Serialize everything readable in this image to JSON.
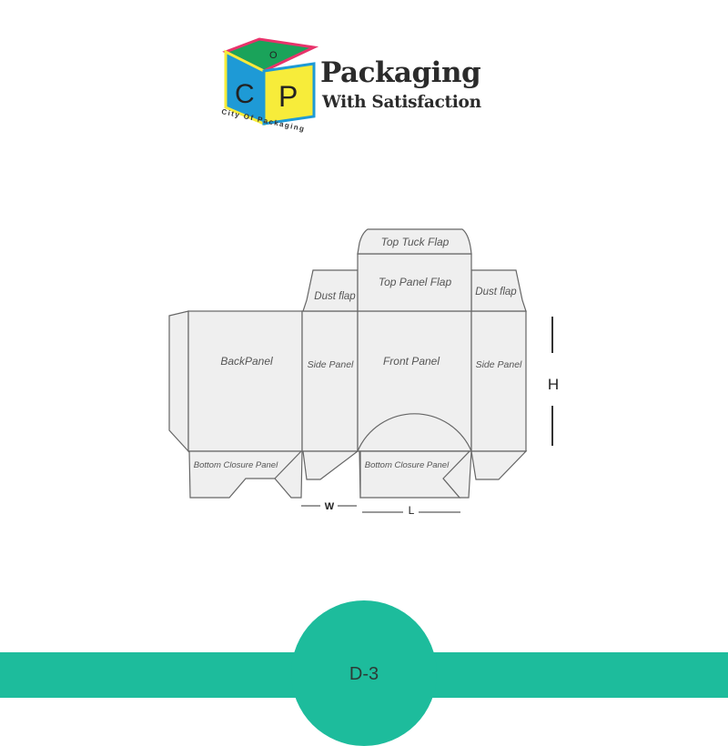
{
  "logo": {
    "letters": [
      "C",
      "O",
      "P"
    ],
    "ring_text": "City Of Packaging",
    "colors": {
      "blue": "#1e9ad6",
      "yellow": "#f7ec3a",
      "green": "#1aa35a",
      "pink": "#e8336b"
    }
  },
  "brand": {
    "line1": "Packaging",
    "line2": "With Satisfaction"
  },
  "dieline": {
    "panels": {
      "top_tuck_flap": "Top Tuck Flap",
      "top_panel_flap": "Top Panel Flap",
      "dust_flap_left": "Dust flap",
      "dust_flap_right": "Dust flap",
      "back_panel": "BackPanel",
      "side_panel_left": "Side Panel",
      "front_panel": "Front Panel",
      "side_panel_right": "Side Panel",
      "bottom_closure_back": "Bottom Closure Panel",
      "bottom_closure_front": "Bottom Closure Panel"
    },
    "dimensions": {
      "width": "W",
      "length": "L",
      "height": "H"
    }
  },
  "footer": {
    "style_code": "D-3",
    "accent": "#1dbc9c"
  }
}
